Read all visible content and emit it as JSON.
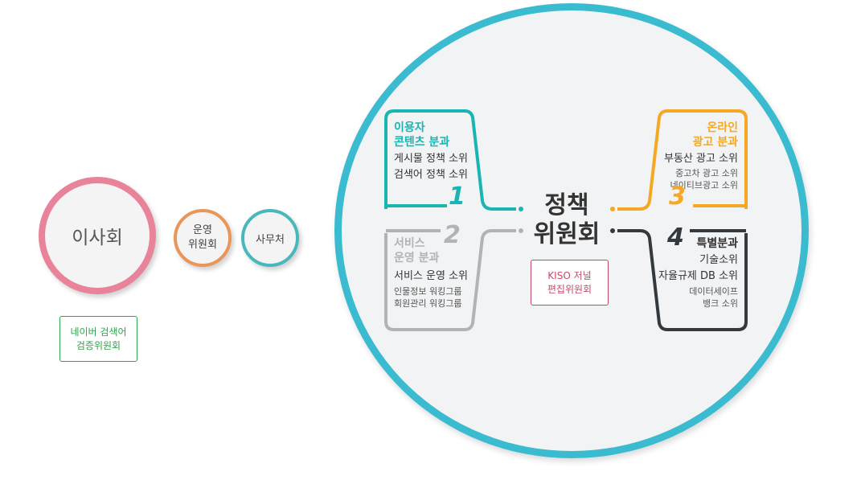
{
  "left": {
    "board": "이사회",
    "steering": [
      "운영",
      "위원회"
    ],
    "office": "사무처",
    "naver": [
      "네이버 검색어",
      "검증위원회"
    ]
  },
  "center": {
    "title": [
      "정책",
      "위원회"
    ],
    "kiso": [
      "KISO 저널",
      "편집위원회"
    ]
  },
  "panels": {
    "p1": {
      "title": [
        "이용자",
        "콘텐츠 분과"
      ],
      "number": "1",
      "items": [
        "게시물 정책 소위",
        "검색어 정책 소위"
      ],
      "color": "#1ab5b3"
    },
    "p2": {
      "title": [
        "서비스",
        "운영 분과"
      ],
      "number": "2",
      "items": [
        "서비스 운영 소위"
      ],
      "subitems": [
        "인물정보 워킹그룹",
        "회원관리 워킹그룹"
      ],
      "color": "#b0b4b7"
    },
    "p3": {
      "title": [
        "온라인",
        "광고 분과"
      ],
      "number": "3",
      "items": [
        "부동산 광고 소위"
      ],
      "subitems": [
        "중고차 광고 소위",
        "네이티브광고 소위"
      ],
      "color": "#f5a823"
    },
    "p4": {
      "title": [
        "특별분과"
      ],
      "number": "4",
      "items": [
        "기술소위",
        "자율규제 DB 소위"
      ],
      "subitems": [
        "데이터세이프",
        "뱅크 소위"
      ],
      "color": "#333a3f"
    }
  },
  "colors": {
    "board_ring": "#e8839a",
    "steering_ring": "#e8965a",
    "office_ring": "#4ab8ba",
    "big_ring": "#3bbbd0",
    "naver": "#2fa44c",
    "kiso": "#c44a63"
  }
}
